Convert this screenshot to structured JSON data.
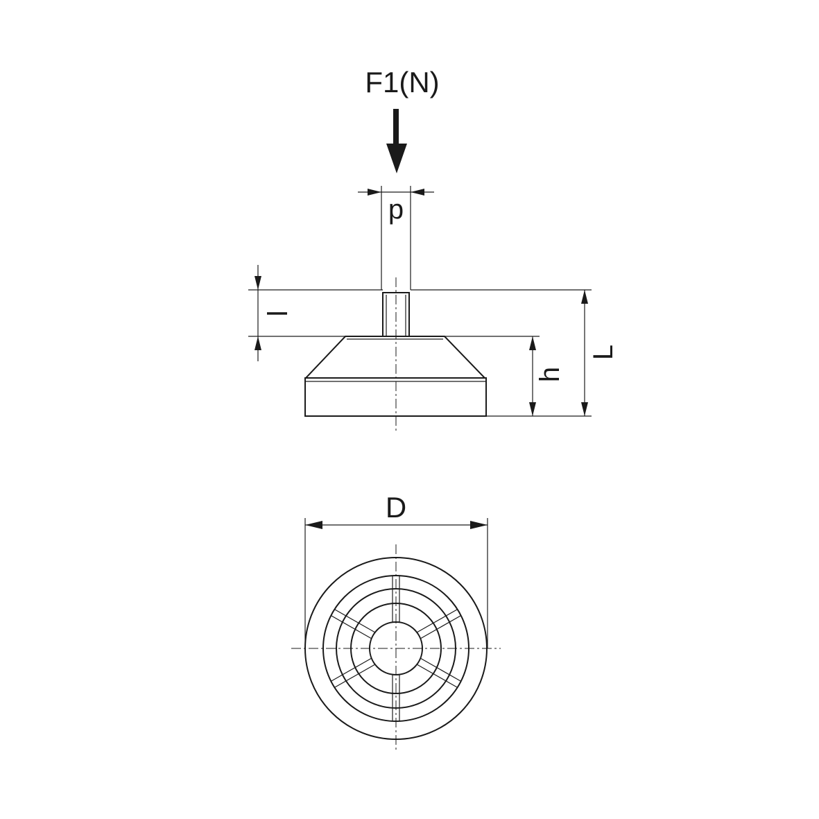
{
  "labels": {
    "force": "F1(N)",
    "thread_diameter": "p",
    "thread_length": "l",
    "base_height": "h",
    "total_length": "L",
    "diameter": "D"
  }
}
